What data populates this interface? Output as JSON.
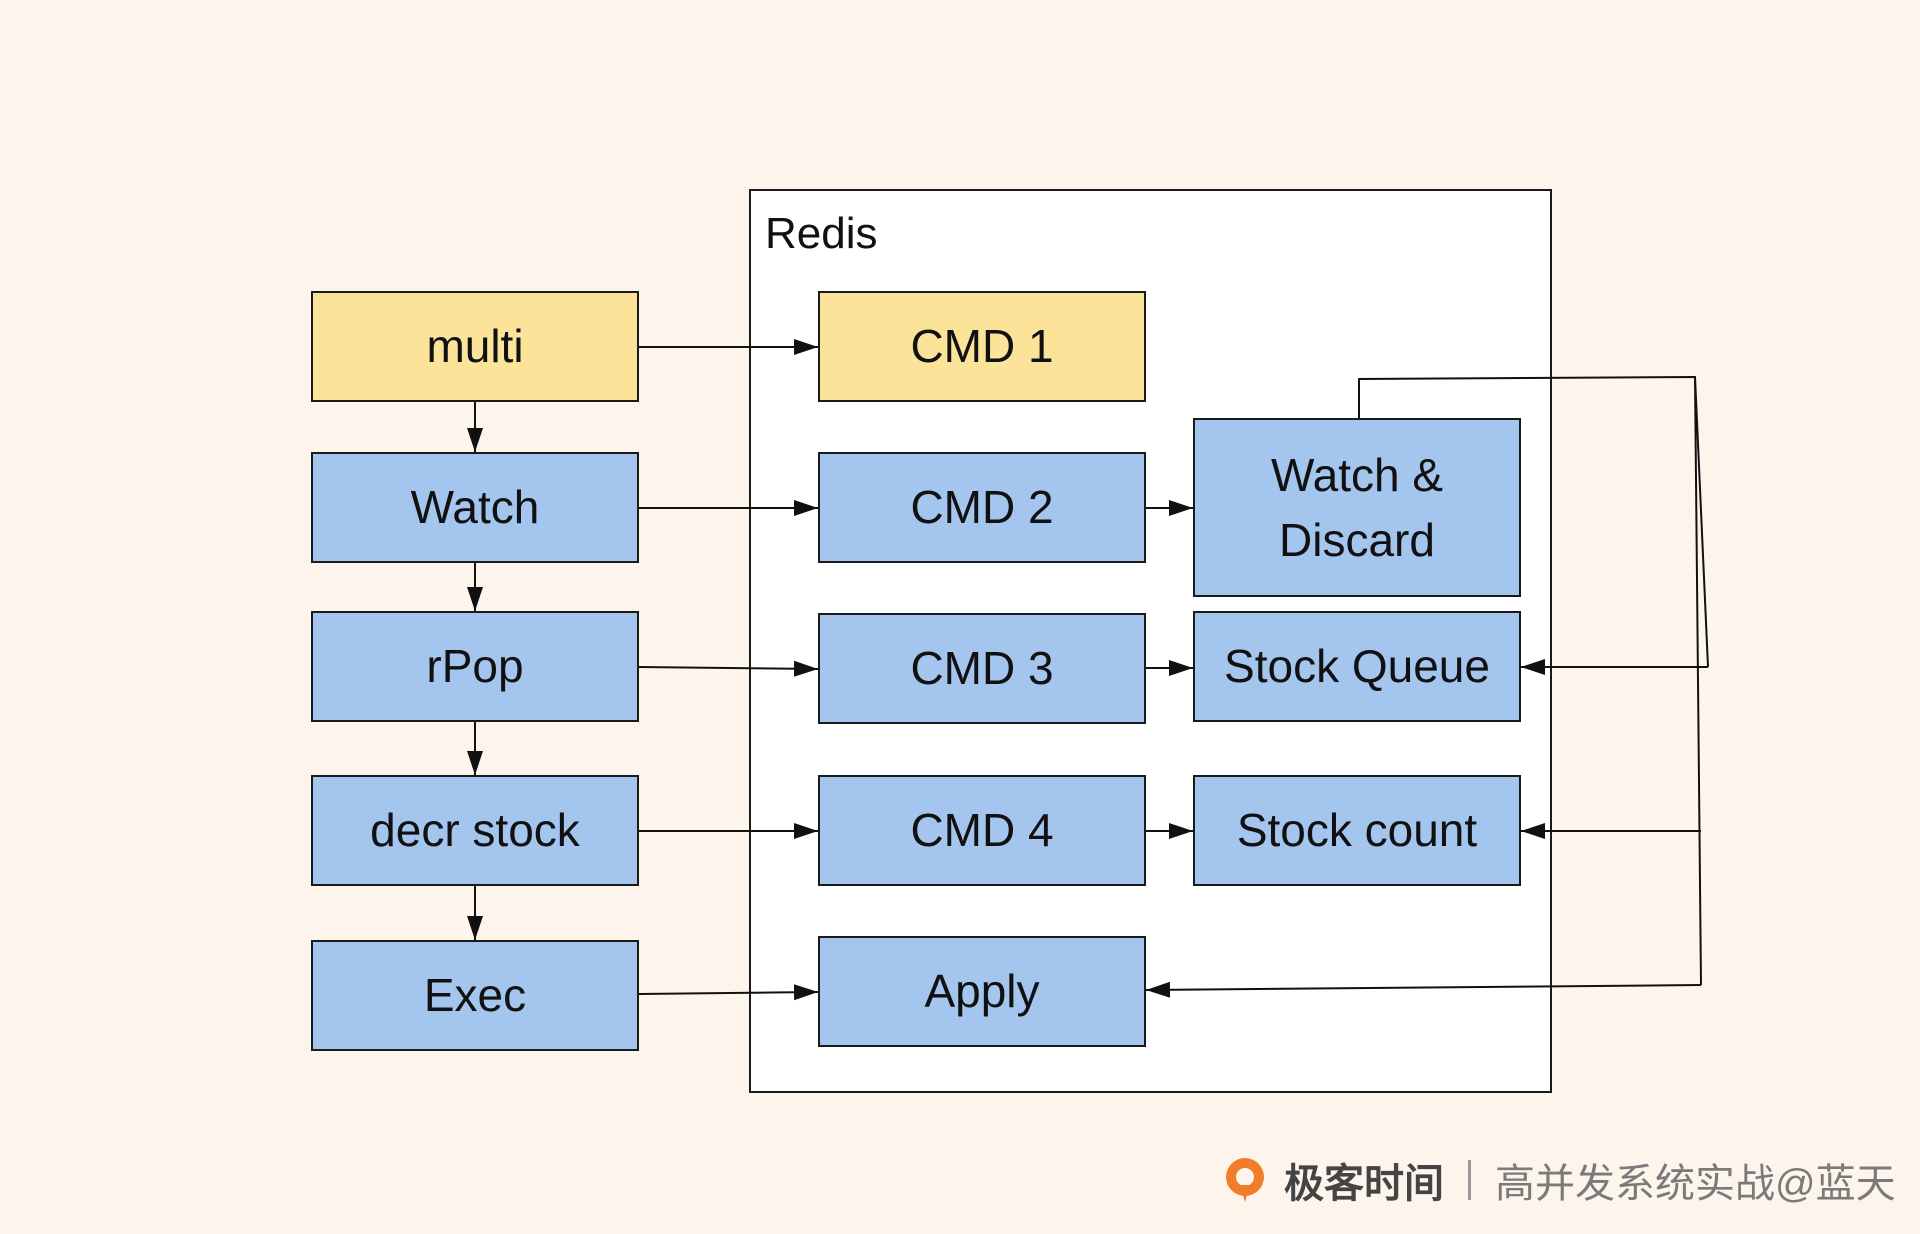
{
  "container": {
    "title": "Redis"
  },
  "client_steps": [
    {
      "id": "multi",
      "label": "multi"
    },
    {
      "id": "watch",
      "label": "Watch"
    },
    {
      "id": "rpop",
      "label": "rPop"
    },
    {
      "id": "decr-stock",
      "label": "decr stock"
    },
    {
      "id": "exec",
      "label": "Exec"
    }
  ],
  "commands": [
    {
      "id": "cmd1",
      "label": "CMD 1"
    },
    {
      "id": "cmd2",
      "label": "CMD 2"
    },
    {
      "id": "cmd3",
      "label": "CMD 3"
    },
    {
      "id": "cmd4",
      "label": "CMD 4"
    },
    {
      "id": "apply",
      "label": "Apply"
    }
  ],
  "targets": {
    "watch_discard": {
      "line1": "Watch &",
      "line2": "Discard"
    },
    "stock_queue": "Stock Queue",
    "stock_count": "Stock count"
  },
  "footer": {
    "brand": "极客时间",
    "subtitle": "高并发系统实战@蓝天"
  },
  "colors": {
    "background": "#fdf5ec",
    "yellow": "#fbe49a",
    "blue": "#a3c5ee",
    "container": "#ffffff",
    "logo_orange": "#f07d2a"
  }
}
